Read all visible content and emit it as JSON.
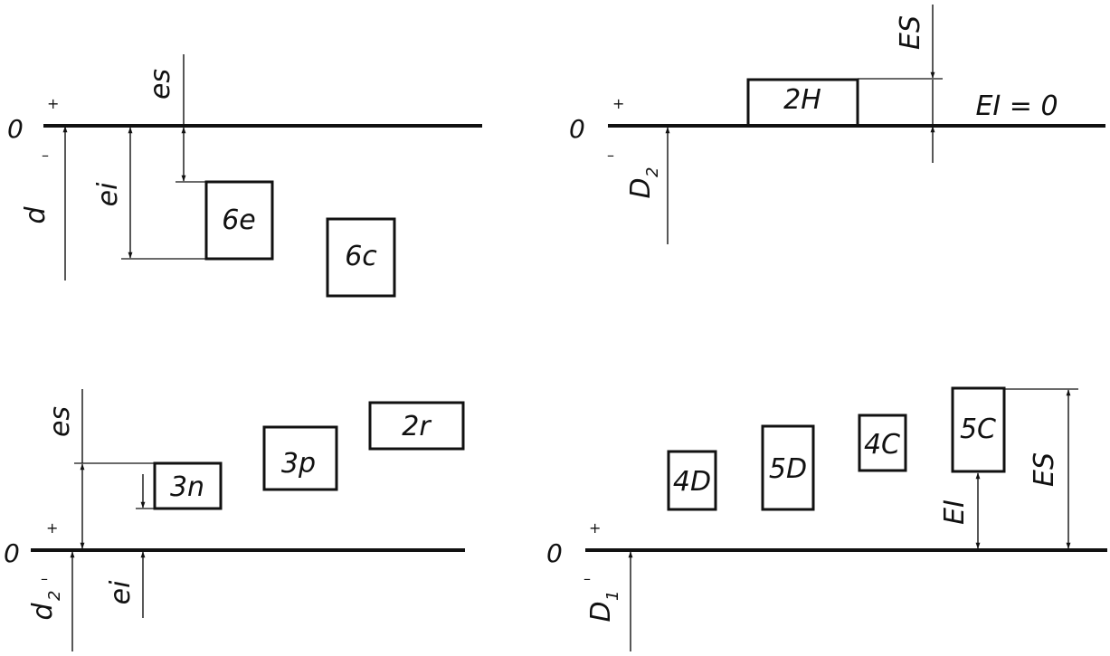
{
  "line_color": "#111111",
  "background": "#ffffff",
  "top_left": {
    "zero_label": "0",
    "plus_sign": "+",
    "minus_sign": "–",
    "d_label": "d",
    "ei_label": "ei",
    "es_label": "es",
    "zones": [
      "6e",
      "6c"
    ]
  },
  "top_right": {
    "zero_label": "0",
    "plus_sign": "+",
    "minus_sign": "–",
    "D_label": "D",
    "D_subscript": "2",
    "ES_label": "ES",
    "EI_label": "EI = 0",
    "zones": [
      "2H"
    ]
  },
  "bottom_left": {
    "zero_label": "0",
    "plus_sign": "+",
    "minus_sign": "–",
    "d_label": "d",
    "d_subscript": "2",
    "es_label": "es",
    "ei_label": "ei",
    "zones": [
      "3n",
      "3p",
      "2r"
    ]
  },
  "bottom_right": {
    "zero_label": "0",
    "plus_sign": "+",
    "minus_sign": "–",
    "D_label": "D",
    "D_subscript": "1",
    "EI_label": "EI",
    "ES_label": "ES",
    "zones": [
      "4D",
      "5D",
      "4C",
      "5C"
    ]
  }
}
